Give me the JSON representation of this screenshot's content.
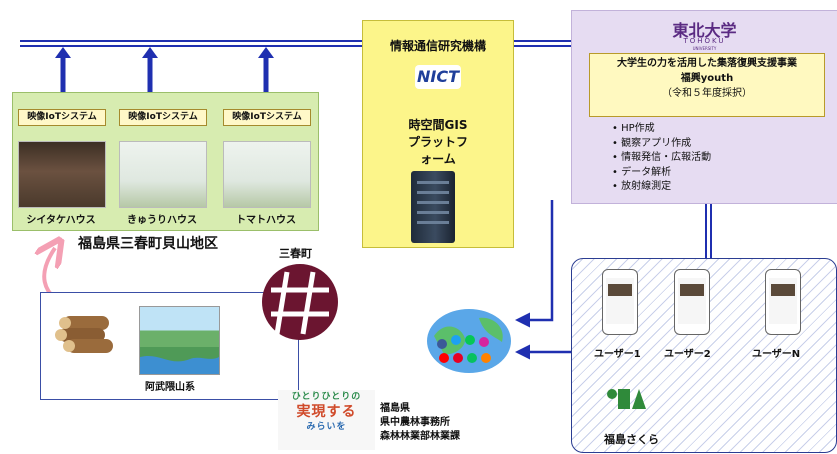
{
  "farm": {
    "system_label": "映像IoTシステム",
    "houses": [
      "シイタケハウス",
      "きゅうりハウス",
      "トマトハウス"
    ],
    "region": "福島県三春町貝山地区"
  },
  "nict": {
    "org": "情報通信研究機構",
    "logo_text": "NICT",
    "platform": [
      "時空間GIS",
      "プラットフ",
      "ォーム"
    ]
  },
  "tohoku": {
    "name": "東北大学",
    "name_en": "TOHOKU",
    "univ": "UNIVERSITY",
    "project_lines": [
      "大学生の力を活用した集落復興支援事業",
      "福興youth",
      "（令和５年度採択）"
    ],
    "activities": [
      "HP作成",
      "観察アプリ作成",
      "情報発信・広報活動",
      "データ解析",
      "放射線測定"
    ]
  },
  "users": {
    "labels": [
      "ユーザー1",
      "ユーザー2",
      "ユーザーN"
    ],
    "ja_name": "福島さくら"
  },
  "forest": {
    "label": "阿武隈山系"
  },
  "miharu": {
    "label": "三春町"
  },
  "slogan": {
    "lines": [
      "ひとりひとりの",
      "実現する",
      "みらいを"
    ]
  },
  "office": {
    "lines": [
      "福島県",
      "県中農林事務所",
      "森林林業部林業課"
    ]
  },
  "colors": {
    "arrow_blue": "#1f2fb0",
    "pink": "#f4a0b4",
    "maroon": "#6b1530",
    "ja_green": "#2f8a3a"
  }
}
